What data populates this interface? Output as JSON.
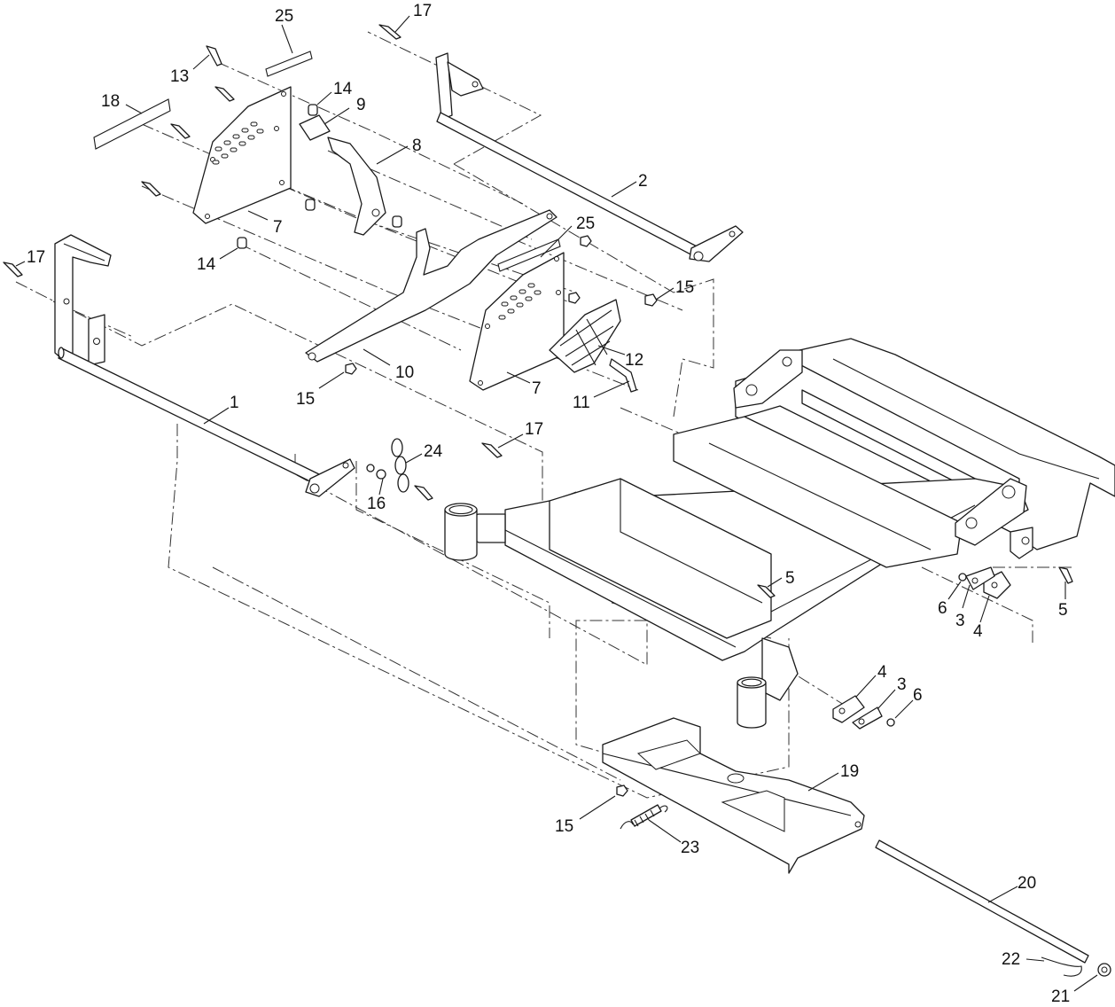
{
  "callouts": [
    {
      "id": "c25a",
      "text": "25"
    },
    {
      "id": "c17a",
      "text": "17"
    },
    {
      "id": "c13",
      "text": "13"
    },
    {
      "id": "c14a",
      "text": "14"
    },
    {
      "id": "c9",
      "text": "9"
    },
    {
      "id": "c18",
      "text": "18"
    },
    {
      "id": "c8",
      "text": "8"
    },
    {
      "id": "c2",
      "text": "2"
    },
    {
      "id": "c25b",
      "text": "25"
    },
    {
      "id": "c7a",
      "text": "7"
    },
    {
      "id": "c14b",
      "text": "14"
    },
    {
      "id": "c17b",
      "text": "17"
    },
    {
      "id": "c15a",
      "text": "15"
    },
    {
      "id": "c10",
      "text": "10"
    },
    {
      "id": "c12",
      "text": "12"
    },
    {
      "id": "c15b",
      "text": "15"
    },
    {
      "id": "c7b",
      "text": "7"
    },
    {
      "id": "c11",
      "text": "11"
    },
    {
      "id": "c1",
      "text": "1"
    },
    {
      "id": "c17c",
      "text": "17"
    },
    {
      "id": "c24",
      "text": "24"
    },
    {
      "id": "c16",
      "text": "16"
    },
    {
      "id": "c5a",
      "text": "5"
    },
    {
      "id": "c6a",
      "text": "6"
    },
    {
      "id": "c3a",
      "text": "3"
    },
    {
      "id": "c4a",
      "text": "4"
    },
    {
      "id": "c5b",
      "text": "5"
    },
    {
      "id": "c4b",
      "text": "4"
    },
    {
      "id": "c3b",
      "text": "3"
    },
    {
      "id": "c6b",
      "text": "6"
    },
    {
      "id": "c19",
      "text": "19"
    },
    {
      "id": "c15c",
      "text": "15"
    },
    {
      "id": "c23",
      "text": "23"
    },
    {
      "id": "c20",
      "text": "20"
    },
    {
      "id": "c22",
      "text": "22"
    },
    {
      "id": "c21",
      "text": "21"
    }
  ]
}
